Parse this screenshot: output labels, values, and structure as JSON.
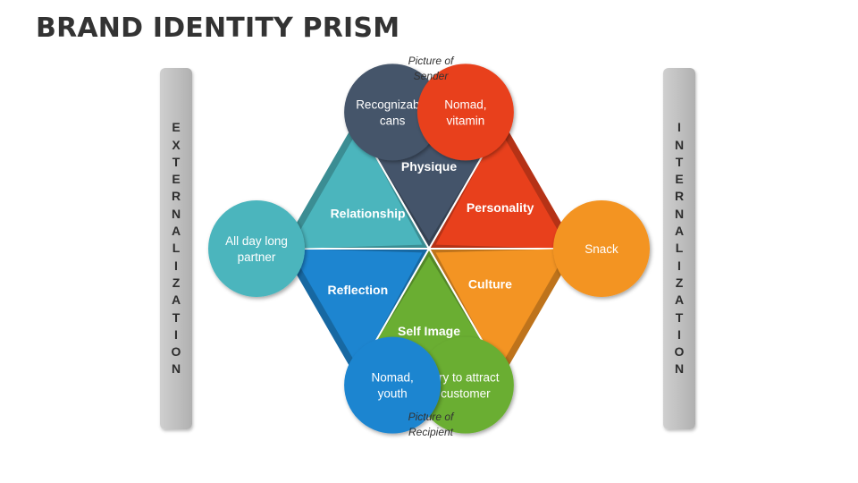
{
  "title": "BRAND IDENTITY PRISM",
  "left_bar": {
    "label": "EXTERNALIZATION"
  },
  "right_bar": {
    "label": "INTERNALIZATION"
  },
  "captions": {
    "top_line1": "Picture of",
    "top_line2": "Sender",
    "bottom_line1": "Picture of",
    "bottom_line2": "Recipient"
  },
  "segments": [
    {
      "label": "Physique",
      "circle_line1": "Recognizable",
      "circle_line2": "cans",
      "color": "#44546a"
    },
    {
      "label": "Personality",
      "circle_line1": "Nomad,",
      "circle_line2": "vitamin",
      "color": "#e8401c"
    },
    {
      "label": "Culture",
      "circle_line1": "Snack",
      "circle_line2": "",
      "color": "#f39423"
    },
    {
      "label": "Self Image",
      "circle_line1": "Try to attract",
      "circle_line2": "customer",
      "color": "#6aae32"
    },
    {
      "label": "Reflection",
      "circle_line1": "Nomad,",
      "circle_line2": "youth",
      "color": "#1d85d0"
    },
    {
      "label": "Relationship",
      "circle_line1": "All day long",
      "circle_line2": "partner",
      "color": "#4bb5bd"
    }
  ]
}
